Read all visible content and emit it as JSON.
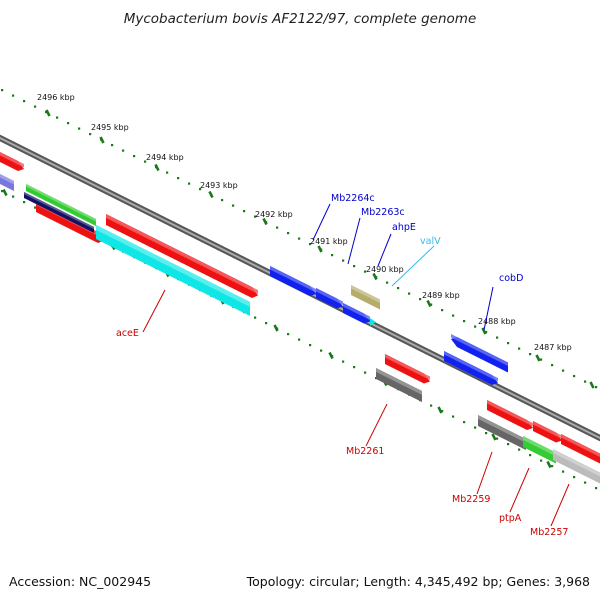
{
  "title": "Mycobacterium bovis AF2122/97, complete genome",
  "footer": {
    "accession": "Accession: NC_002945",
    "summary": "Topology: circular; Length: 4,345,492 bp; Genes: 3,968"
  },
  "ticks": [
    {
      "label": "2496 kbp"
    },
    {
      "label": "2495 kbp"
    },
    {
      "label": "2494 kbp"
    },
    {
      "label": "2493 kbp"
    },
    {
      "label": "2492 kbp"
    },
    {
      "label": "2491 kbp"
    },
    {
      "label": "2490 kbp"
    },
    {
      "label": "2489 kbp"
    },
    {
      "label": "2488 kbp"
    },
    {
      "label": "2487 kbp"
    }
  ],
  "gene_labels": [
    {
      "text": "Mb2264c",
      "color": "#0000cc"
    },
    {
      "text": "Mb2263c",
      "color": "#0000cc"
    },
    {
      "text": "ahpE",
      "color": "#0000cc"
    },
    {
      "text": "valV",
      "color": "#33bbee"
    },
    {
      "text": "cobD",
      "color": "#0000cc"
    },
    {
      "text": "aceE",
      "color": "#cc0000"
    },
    {
      "text": "Mb2261",
      "color": "#cc0000"
    },
    {
      "text": "Mb2259",
      "color": "#cc0000"
    },
    {
      "text": "ptpA",
      "color": "#cc0000"
    },
    {
      "text": "Mb2257",
      "color": "#cc0000"
    }
  ],
  "colors": {
    "tick_green": "#1a7a1a",
    "backbone": "#777777",
    "red_gene": "#ee1111",
    "blue_gene": "#1122ee",
    "cyan_gene": "#11e6e6",
    "green_gene": "#33cc33",
    "navy_gene": "#111166",
    "gray_gene": "#666666",
    "lightgray_gene": "#bbbbbb",
    "olive_gene": "#b5ae6a",
    "lavender_gene": "#7777dd"
  }
}
